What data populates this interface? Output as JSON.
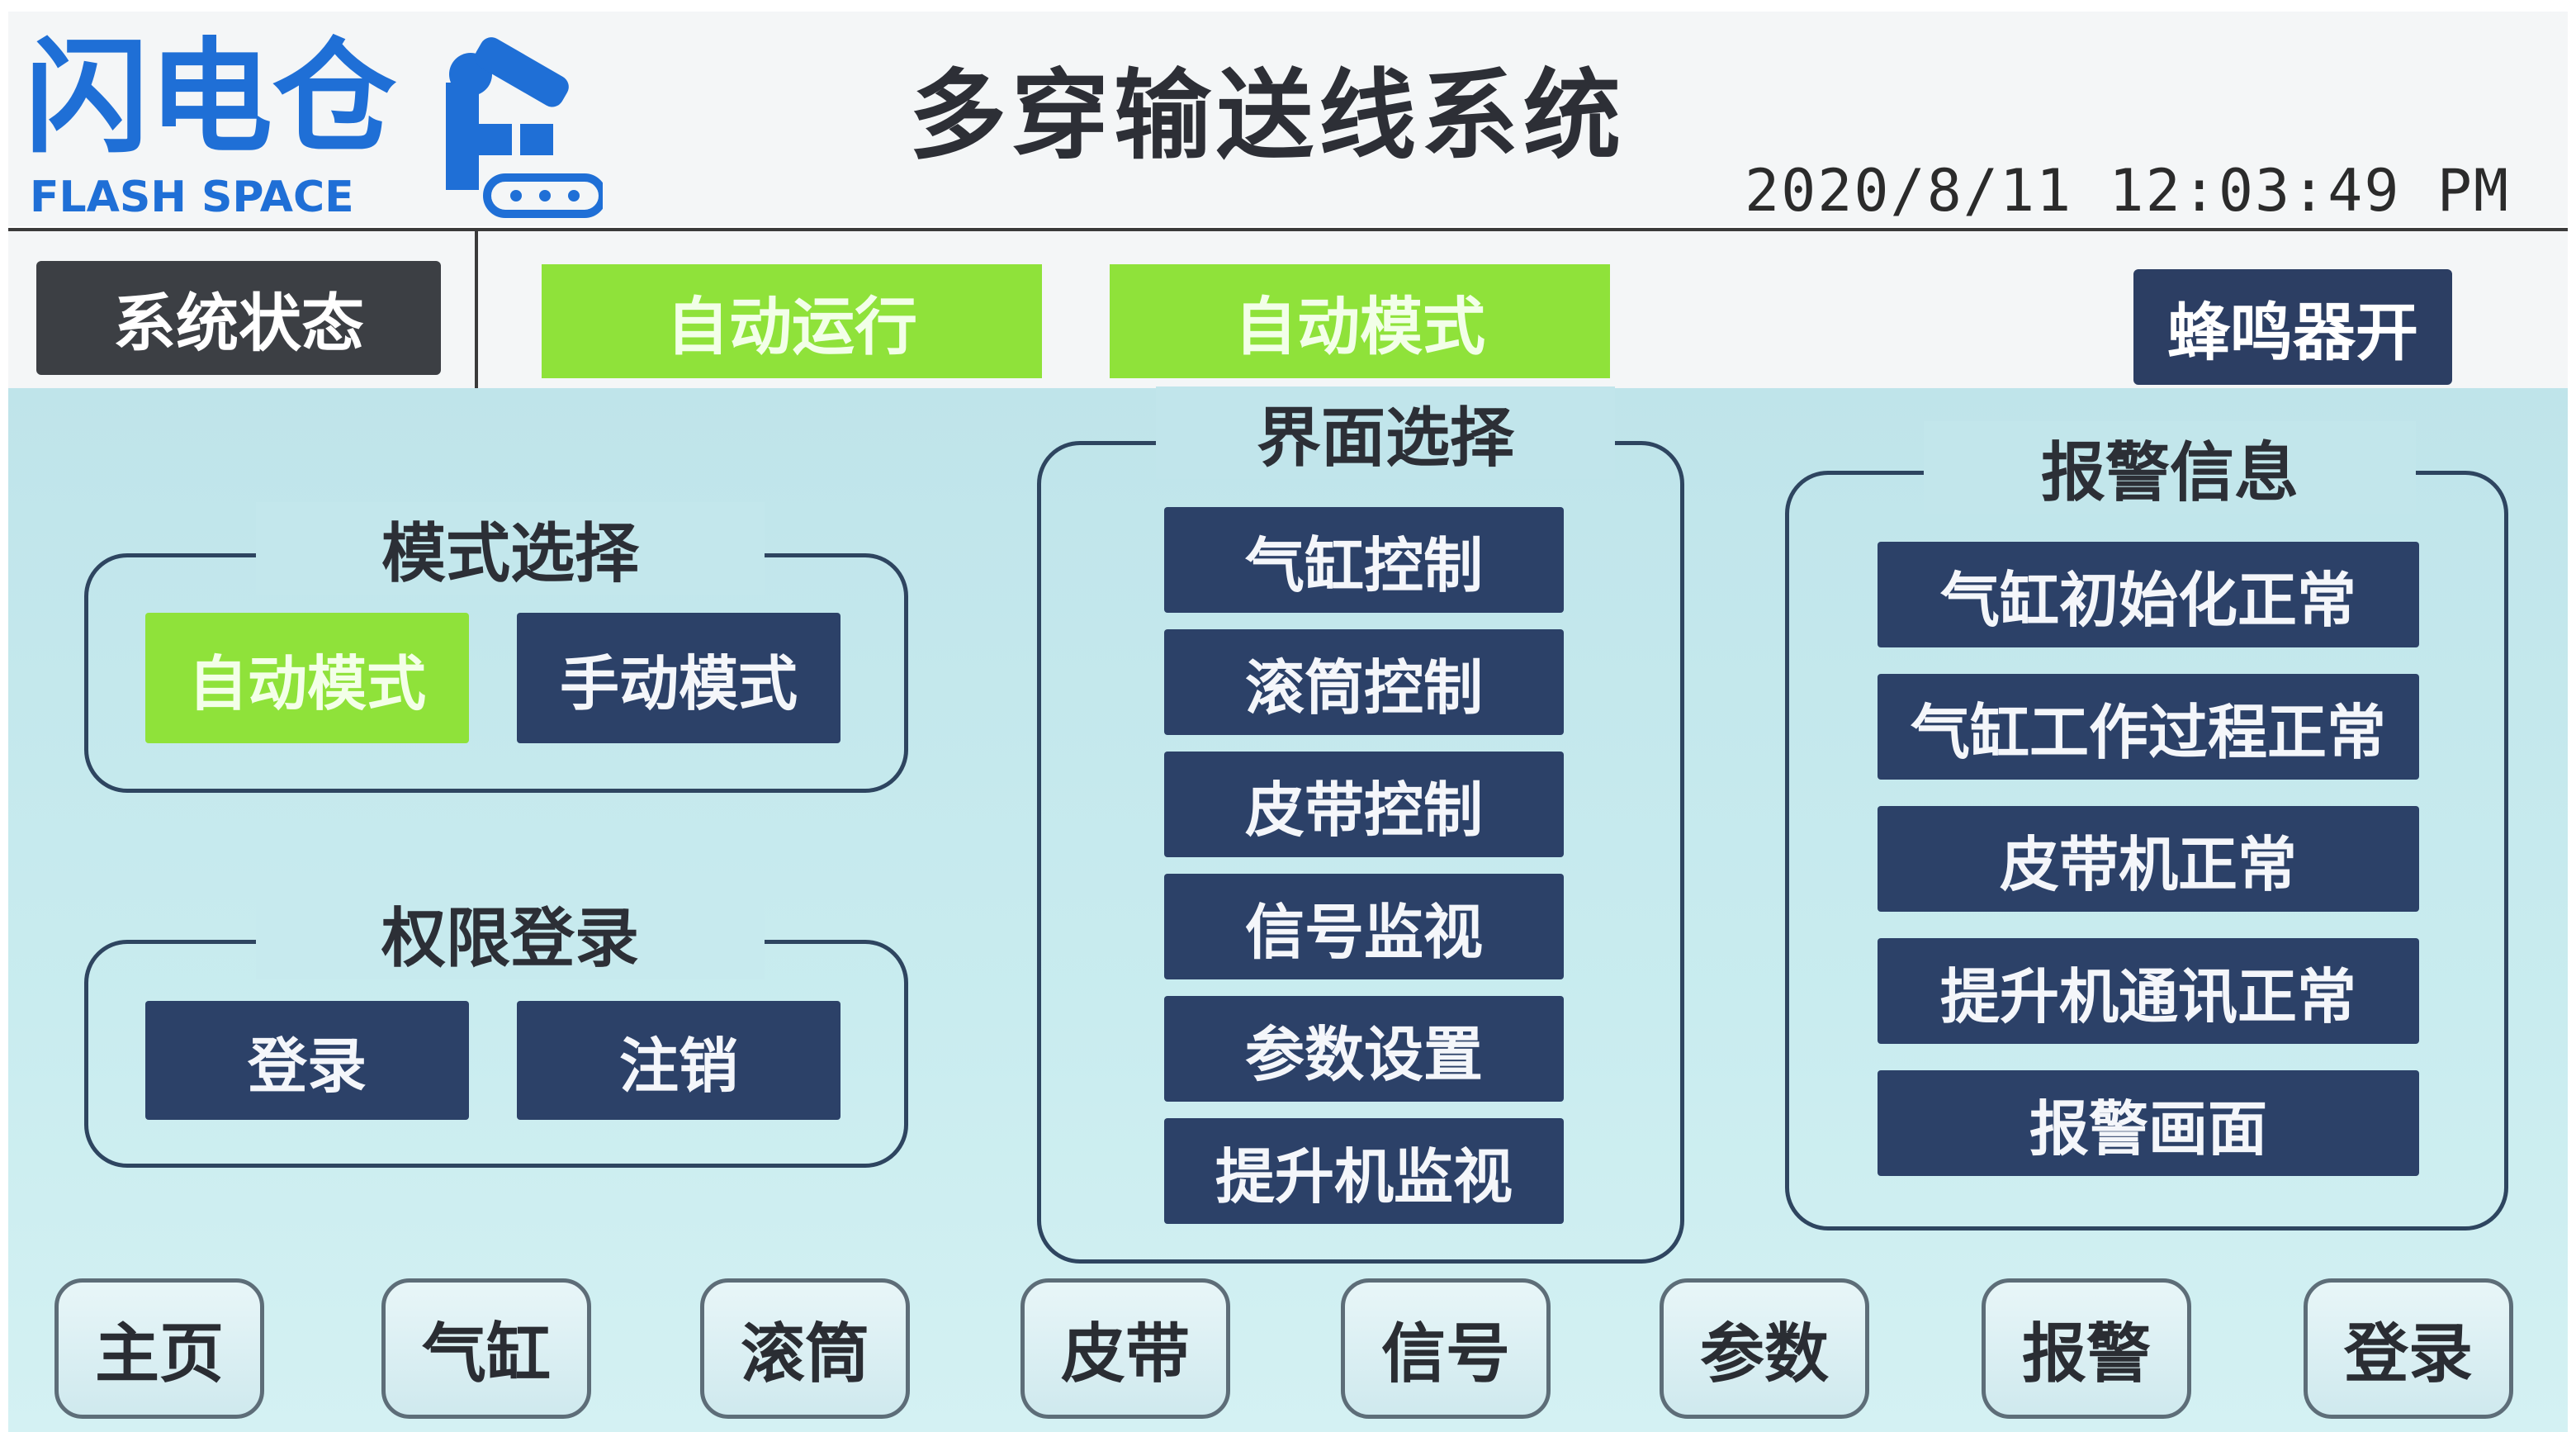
{
  "header": {
    "logo_text": "闪电仓",
    "logo_subtext": "FLASH SPACE",
    "title": "多穿输送线系统",
    "datetime": "2020/8/11  12:03:49 PM"
  },
  "status_bar": {
    "label": "系统状态",
    "run_state": "自动运行",
    "mode_state": "自动模式",
    "buzzer": "蜂鸣器开"
  },
  "mode_select": {
    "title": "模式选择",
    "auto": "自动模式",
    "manual": "手动模式"
  },
  "login_group": {
    "title": "权限登录",
    "login": "登录",
    "logout": "注销"
  },
  "screen_select": {
    "title": "界面选择",
    "items": [
      "气缸控制",
      "滚筒控制",
      "皮带控制",
      "信号监视",
      "参数设置",
      "提升机监视"
    ]
  },
  "alarm_info": {
    "title": "报警信息",
    "items": [
      "气缸初始化正常",
      "气缸工作过程正常",
      "皮带机正常",
      "提升机通讯正常",
      "报警画面"
    ]
  },
  "nav": [
    "主页",
    "气缸",
    "滚筒",
    "皮带",
    "信号",
    "参数",
    "报警",
    "登录"
  ],
  "colors": {
    "active_green": "#8fe23a",
    "button_navy": "#2c4168",
    "panel_bg": "#c9ecef",
    "status_dark": "#3c3f44"
  }
}
